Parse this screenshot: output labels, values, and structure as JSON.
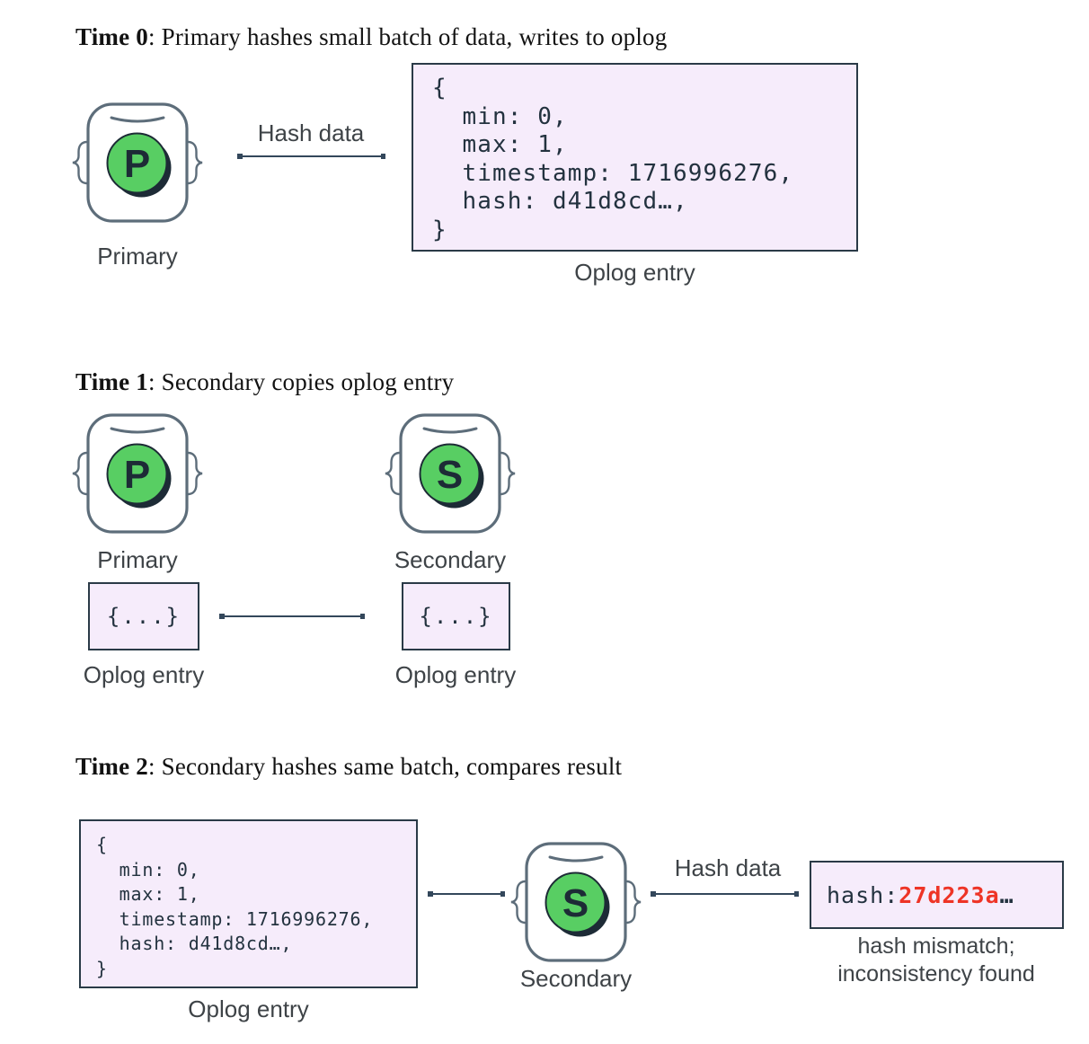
{
  "colors": {
    "box_fill": "#f6ecfb",
    "box_border": "#2a3a47",
    "node_border": "#5d6d7a",
    "node_green": "#58ce63",
    "node_dark": "#1d2b36",
    "connector": "#33475b",
    "error_red": "#ee3426",
    "label_gray": "#3e4347"
  },
  "time0": {
    "heading": {
      "bold": "Time 0",
      "rest": ": Primary hashes small batch of data, writes to oplog"
    },
    "primary_node": {
      "letter": "P",
      "label": "Primary"
    },
    "arrow_label": "Hash data",
    "oplog_box": {
      "lines": [
        "{",
        "  min: 0,",
        "  max: 1,",
        "  timestamp: 1716996276,",
        "  hash: d41d8cd…,",
        "}"
      ],
      "label": "Oplog entry"
    }
  },
  "time1": {
    "heading": {
      "bold": "Time 1",
      "rest": ": Secondary copies oplog entry"
    },
    "primary_node": {
      "letter": "P",
      "label": "Primary"
    },
    "secondary_node": {
      "letter": "S",
      "label": "Secondary"
    },
    "left_box": {
      "content": "{...}",
      "label": "Oplog entry"
    },
    "right_box": {
      "content": "{...}",
      "label": "Oplog entry"
    }
  },
  "time2": {
    "heading": {
      "bold": "Time 2",
      "rest": ": Secondary hashes same batch, compares result"
    },
    "oplog_box": {
      "lines": [
        "{",
        "  min: 0,",
        "  max: 1,",
        "  timestamp: 1716996276,",
        "  hash: d41d8cd…,",
        "}"
      ],
      "label": "Oplog entry"
    },
    "secondary_node": {
      "letter": "S",
      "label": "Secondary"
    },
    "arrow_label": "Hash data",
    "hash_box": {
      "prefix": "hash: ",
      "value": "27d223a",
      "ellipsis": "…"
    },
    "caption_line1": "hash mismatch;",
    "caption_line2": "inconsistency found"
  }
}
